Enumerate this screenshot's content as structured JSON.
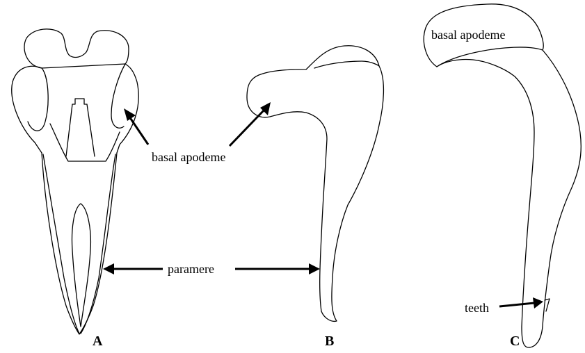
{
  "labels": {
    "basal_apodeme_center": "basal apodeme",
    "basal_apodeme_c": "basal apodeme",
    "paramere": "paramere",
    "teeth": "teeth"
  },
  "panels": {
    "a": "A",
    "b": "B",
    "c": "C"
  }
}
